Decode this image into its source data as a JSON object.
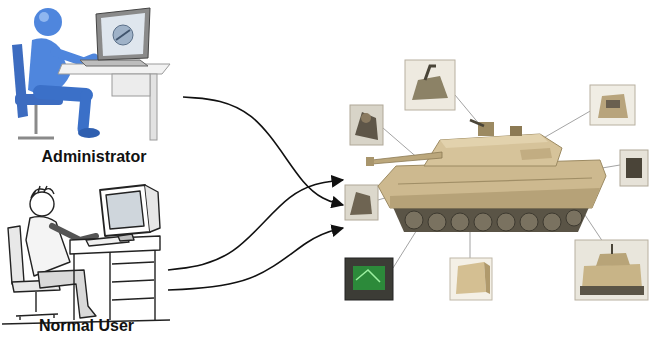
{
  "diagram": {
    "nodes": [
      {
        "text": [
          "Administrator"
        ]
      },
      {
        "text": [
          "Normal User"
        ]
      },
      {
        "text": []
      }
    ],
    "edges": [
      {
        "from": 0,
        "to": 2,
        "arrow": "to"
      },
      {
        "from": 1,
        "to": 2,
        "arrow": "to"
      },
      {
        "from": 1,
        "to": 2,
        "arrow": "to"
      }
    ]
  }
}
